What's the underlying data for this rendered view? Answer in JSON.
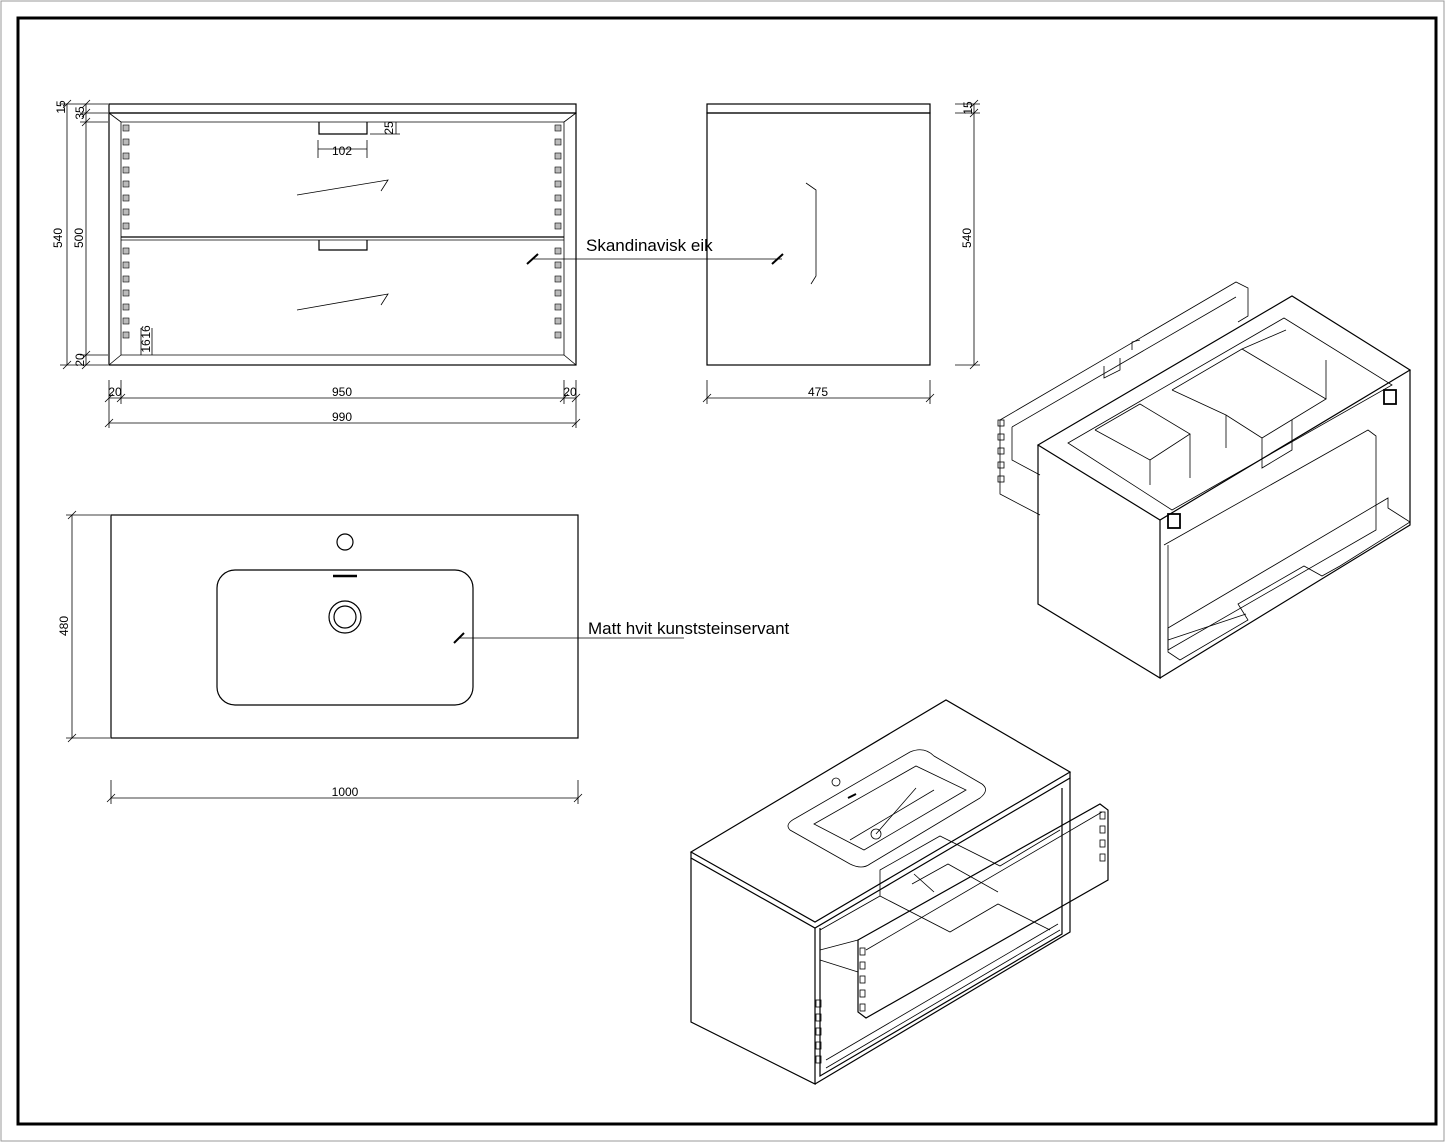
{
  "front_view": {
    "dims": {
      "top_15": "15",
      "top_35": "35",
      "total_height": "540",
      "drawer_height": "500",
      "bottom_20": "20",
      "handle_width": "102",
      "handle_depth": "25",
      "inner_16a": "16",
      "inner_16b": "16",
      "left_20": "20",
      "inner_width": "950",
      "right_20": "20",
      "total_width": "990"
    },
    "material_label": "Skandinavisk eik"
  },
  "side_view": {
    "dims": {
      "top_15": "15",
      "height": "540",
      "depth": "475"
    }
  },
  "basin_plan": {
    "dims": {
      "depth": "480",
      "width": "1000"
    },
    "material_label": "Matt hvit kunststeinservant"
  }
}
